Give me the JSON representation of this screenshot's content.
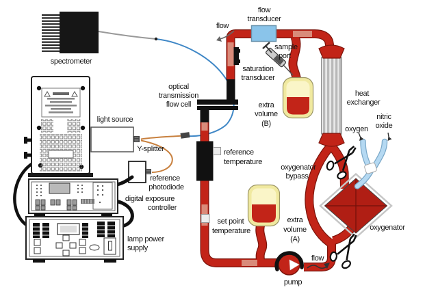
{
  "diagram": {
    "description": "extracorporeal blood circulation loop with optical measurement instruments",
    "colors": {
      "tube_red": "#c22418",
      "tube_outline": "#7c150c",
      "tube_connector_light": "#d98b7a",
      "flow_transducer_blue": "#8ac4ea",
      "gas_tube_blue": "#b5d9f2",
      "fiber_blue": "#3f87c6",
      "fiber_orange": "#c8803e",
      "bag_fill": "#faf5c8",
      "bag_border": "#f0e9a0",
      "blood_red": "#c22418",
      "oxygenator_red": "#b01e14",
      "heat_exchanger_gray": "#b9b9b9",
      "device_black": "#161616"
    },
    "labels": {
      "spectrometer": "spectrometer",
      "light_source": "light source",
      "y_splitter": "Y-splitter",
      "reference_photodiode": [
        "reference",
        "photodiode"
      ],
      "digital_exposure_controller": [
        "digital exposure",
        "controller"
      ],
      "lamp_power_supply": [
        "lamp power",
        "supply"
      ],
      "optical_flow_cell": [
        "optical",
        "transmission",
        "flow cell"
      ],
      "flow_top": "flow",
      "flow_transducer": [
        "flow",
        "transducer"
      ],
      "sample_port": [
        "sample",
        "port"
      ],
      "saturation_transducer": [
        "saturation",
        "transducer"
      ],
      "extra_volume_b": [
        "extra",
        "volume",
        "(B)"
      ],
      "heat_exchanger": [
        "heat",
        "exchanger"
      ],
      "oxygen": "oxygen",
      "nitric_oxide": [
        "nitric",
        "oxide"
      ],
      "reference_temperature": [
        "reference",
        "temperature"
      ],
      "oxygenator_bypass": [
        "oxygenator",
        "bypass"
      ],
      "oxygenator": "oxygenator",
      "set_point_temperature": [
        "set point",
        "temperature"
      ],
      "extra_volume_a": [
        "extra",
        "volume",
        "(A)"
      ],
      "flow_pump": "flow",
      "pump": "pump"
    }
  }
}
